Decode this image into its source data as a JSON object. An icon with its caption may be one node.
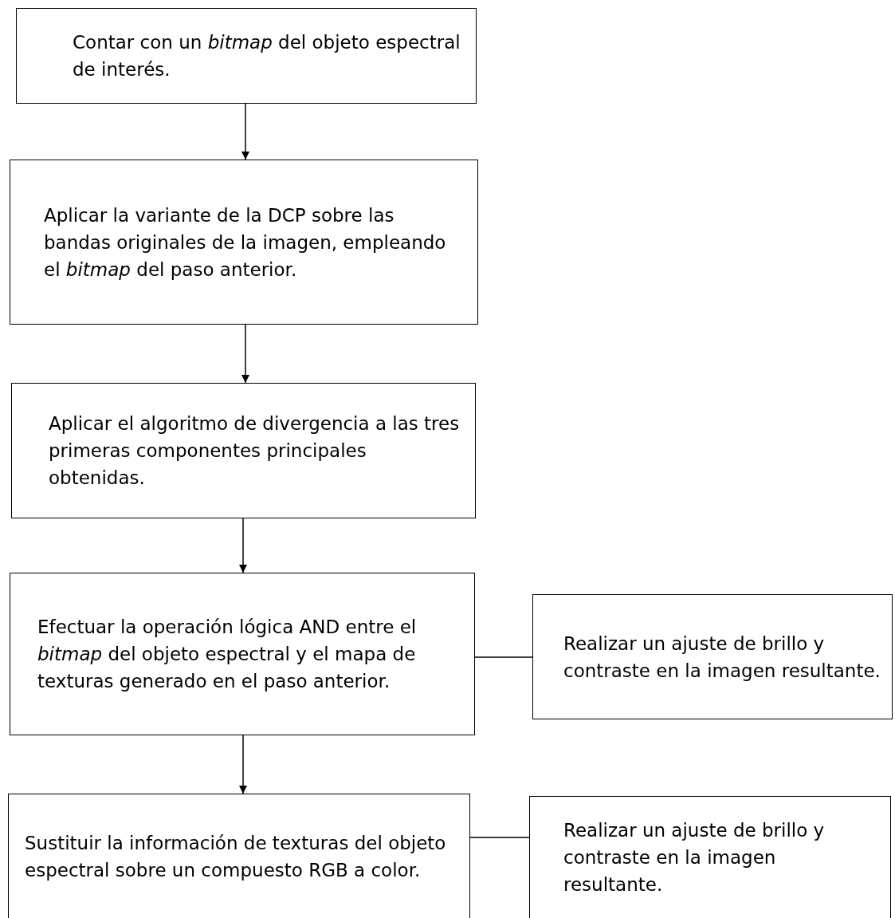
{
  "diagram": {
    "nodes": [
      {
        "text": [
          "Contar con un *bitmap* del objeto espectral de interés."
        ]
      },
      {
        "text": [
          "Aplicar la variante de la DCP sobre las bandas originales de la imagen, empleando el *bitmap* del paso anterior."
        ]
      },
      {
        "text": [
          "Aplicar el algoritmo de divergencia a las tres primeras componentes principales obtenidas."
        ]
      },
      {
        "text": [
          "Efectuar la operación lógica AND entre el *bitmap* del objeto espectral y el mapa de texturas generado en el paso anterior."
        ]
      },
      {
        "text": [
          "Realizar un ajuste de brillo y contraste en la imagen resultante."
        ]
      },
      {
        "text": [
          "Sustituir la información de texturas del objeto espectral sobre un compuesto RGB a color."
        ]
      },
      {
        "text": [
          "Realizar un ajuste de brillo y contraste en la imagen resultante."
        ]
      }
    ],
    "edges": [
      {
        "from": 0,
        "to": 1,
        "arrow": "to"
      },
      {
        "from": 1,
        "to": 2,
        "arrow": "to"
      },
      {
        "from": 2,
        "to": 3,
        "arrow": "to"
      },
      {
        "from": 3,
        "to": 4,
        "arrow": "none"
      },
      {
        "from": 3,
        "to": 5,
        "arrow": "to"
      },
      {
        "from": 5,
        "to": 6,
        "arrow": "none"
      }
    ]
  }
}
